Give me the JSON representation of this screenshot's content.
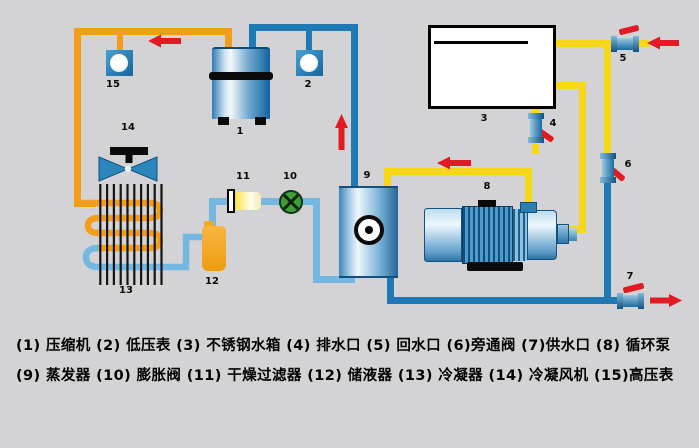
{
  "diagram": {
    "labels": {
      "compressor": "1",
      "low_pressure_gauge": "2",
      "water_tank": "3",
      "drain_valve": "4",
      "return_valve": "5",
      "bypass_valve": "6",
      "supply_valve": "7",
      "pump": "8",
      "evaporator": "9",
      "expansion_valve": "10",
      "filter_drier": "11",
      "receiver": "12",
      "condenser": "13",
      "condenser_fan": "14",
      "high_pressure_gauge": "15"
    },
    "colors": {
      "background": "#d3d3d5",
      "hot_gas_pipe": "#f29e1b",
      "suction_pipe": "#1e79b4",
      "water_pipe": "#f8d816",
      "liquid_pipe": "#74b7e0",
      "flow_arrow": "#e11a24",
      "component_blue": "#2b86bd",
      "receiver_orange": "#f3a922",
      "expansion_valve_green": "#3f9e35"
    }
  },
  "legend": {
    "line1": "(1) 压缩机 (2) 低压表 (3) 不锈钢水箱 (4) 排水口 (5) 回水口 (6)旁通阀 (7)供水口 (8) 循环泵",
    "line2": "(9) 蒸发器 (10) 膨胀阀 (11) 干燥过滤器 (12) 储液器 (13) 冷凝器 (14) 冷凝风机 (15)高压表"
  }
}
